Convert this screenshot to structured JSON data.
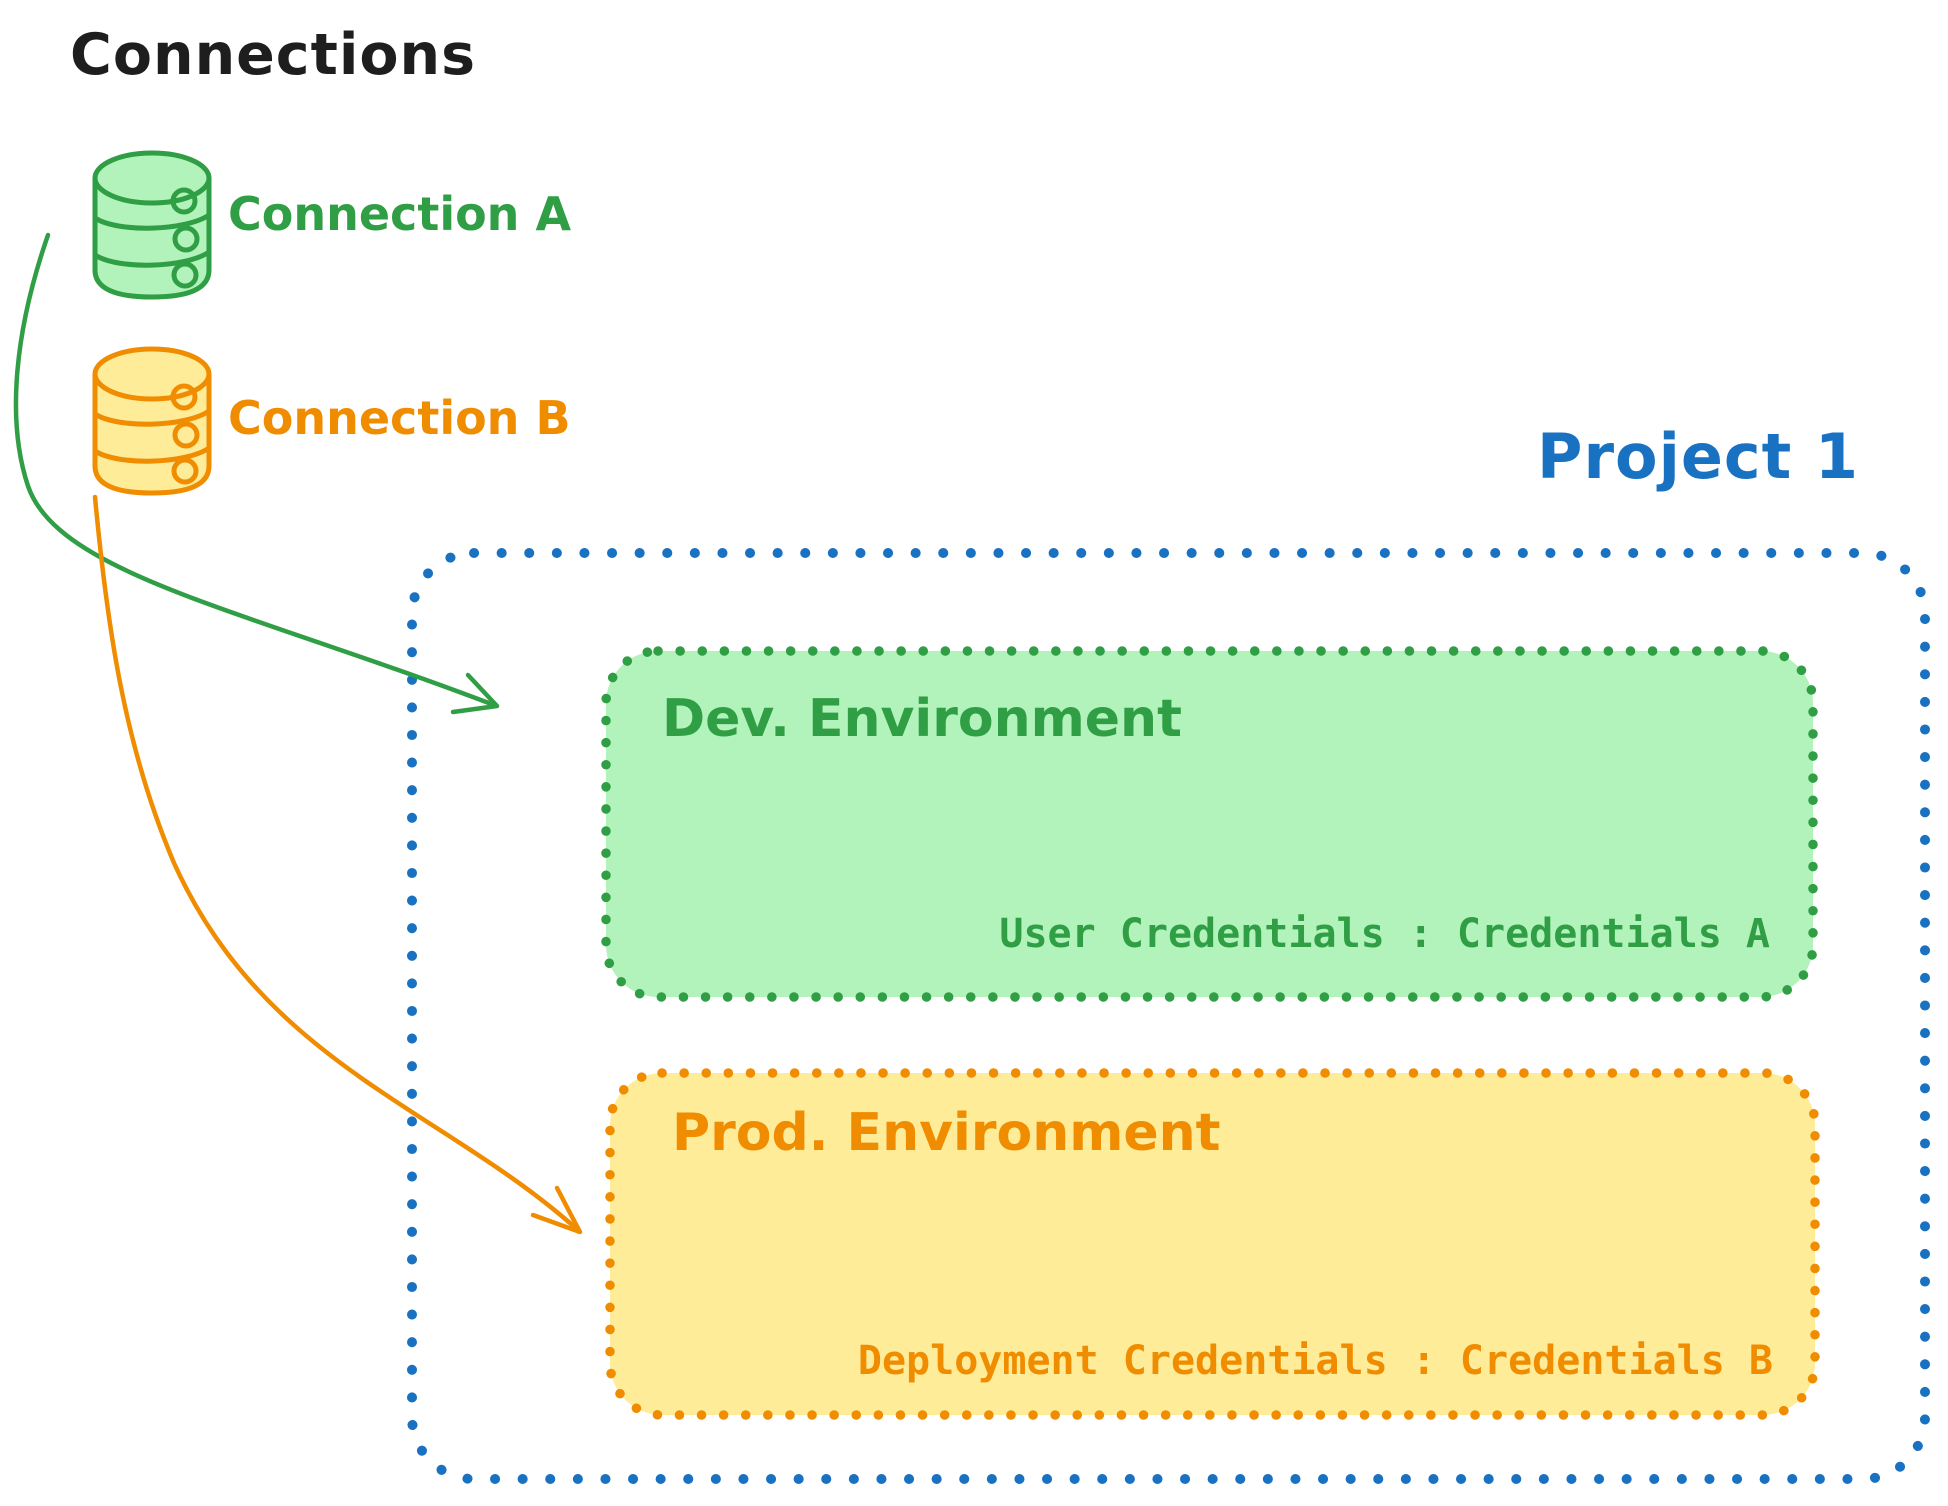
{
  "diagram": {
    "title": "Connections",
    "colors": {
      "text_black": "#1e1e1e",
      "green_stroke": "#2f9e44",
      "green_fill": "#b2f2bb",
      "orange_stroke": "#f08c00",
      "orange_fill": "#ffec99",
      "blue_stroke": "#1971c2",
      "background": "#ffffff"
    }
  },
  "connections": {
    "items": [
      {
        "label": "Connection A",
        "icon": "database-icon",
        "color": "#2f9e44"
      },
      {
        "label": "Connection B",
        "icon": "database-icon",
        "color": "#f08c00"
      }
    ]
  },
  "project": {
    "title": "Project 1",
    "color": "#1971c2",
    "environments": [
      {
        "name": "Dev. Environment",
        "credentials": "User Credentials : Credentials A",
        "stroke": "#2f9e44",
        "fill": "#b2f2bb"
      },
      {
        "name": "Prod. Environment",
        "credentials": "Deployment Credentials : Credentials B",
        "stroke": "#f08c00",
        "fill": "#ffec99"
      }
    ]
  },
  "arrows": [
    {
      "from": "Connection A",
      "to": "Dev. Environment",
      "color": "#2f9e44"
    },
    {
      "from": "Connection B",
      "to": "Prod. Environment",
      "color": "#f08c00"
    }
  ]
}
